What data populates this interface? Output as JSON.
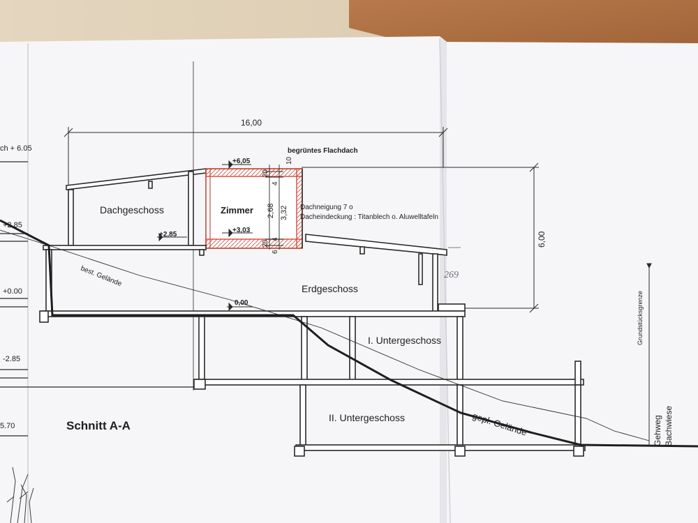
{
  "title": "Schnitt A-A",
  "overall_width": "16,00",
  "overall_height": "6,00",
  "floors": {
    "dach": "Dachgeschoss",
    "zimmer": "Zimmer",
    "erd": "Erdgeschoss",
    "ug1": "I. Untergeschoss",
    "ug2": "II. Untergeschoss"
  },
  "levels": {
    "top": "+6,05",
    "dach": "+2,85",
    "zimmer_floor": "+3,03",
    "zero": "0,00"
  },
  "left_scale": [
    "ch  + 6.05",
    "+2.85",
    "+0.00",
    "-2.85",
    "5.70"
  ],
  "roof_notes": {
    "flachdach": "begrüntes Flachdach",
    "neigung": "Dachneigung  7 o",
    "deckung": "Dacheindeckung : Titanblech o. Aluwelltafeln"
  },
  "zimmer_dims": {
    "left": [
      "20",
      "2,68",
      "20"
    ],
    "right": [
      "10",
      "4",
      "3,32",
      "4",
      "6"
    ]
  },
  "terrain": {
    "existing": "best. Gelände",
    "planned": "gepl. Gelände"
  },
  "boundary": "Grundstücksgrenze",
  "street": [
    "Gehweg",
    "Bachwiese"
  ],
  "handwritten": "269",
  "colors": {
    "line": "#2a2a2a",
    "highlight": "#d24a3a",
    "paper": "#f6f6f8",
    "background": "#e9e6e1"
  }
}
